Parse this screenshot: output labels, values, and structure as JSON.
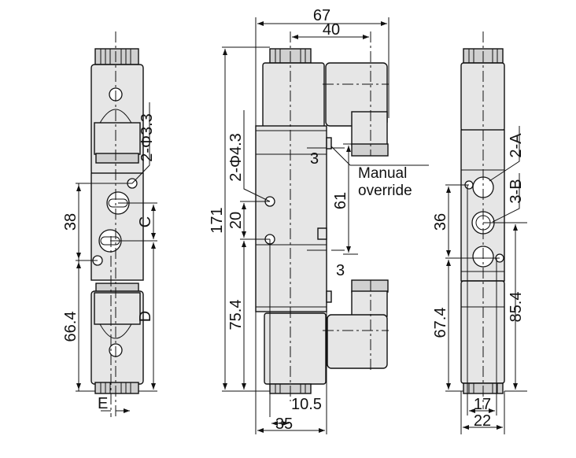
{
  "left_view": {
    "hole_spec": "2-Φ3.3",
    "dim_hole_spacing": "38",
    "dim_lower": "66.4",
    "dim_c": "C",
    "dim_d": "D",
    "dim_e": "E"
  },
  "front_view": {
    "dim_overall_width": "67",
    "dim_coil_offset": "40",
    "dim_overall_height": "171",
    "hole_spec": "2-Φ4.3",
    "dim_hole_spacing": "20",
    "dim_hole_to_bottom": "75.4",
    "dim_override_spacing": "61",
    "dim_override_top": "3",
    "dim_override_bottom": "3",
    "dim_hole_offset": "10.5",
    "dim_body_width": "35",
    "manual_override_line1": "Manual",
    "manual_override_line2": "override"
  },
  "right_view": {
    "port_a": "2-A",
    "port_b": "3-B",
    "dim_hole_spacing": "36",
    "dim_lower": "67.4",
    "dim_port_height": "85.4",
    "dim_hole_pitch": "17",
    "dim_width": "22"
  }
}
